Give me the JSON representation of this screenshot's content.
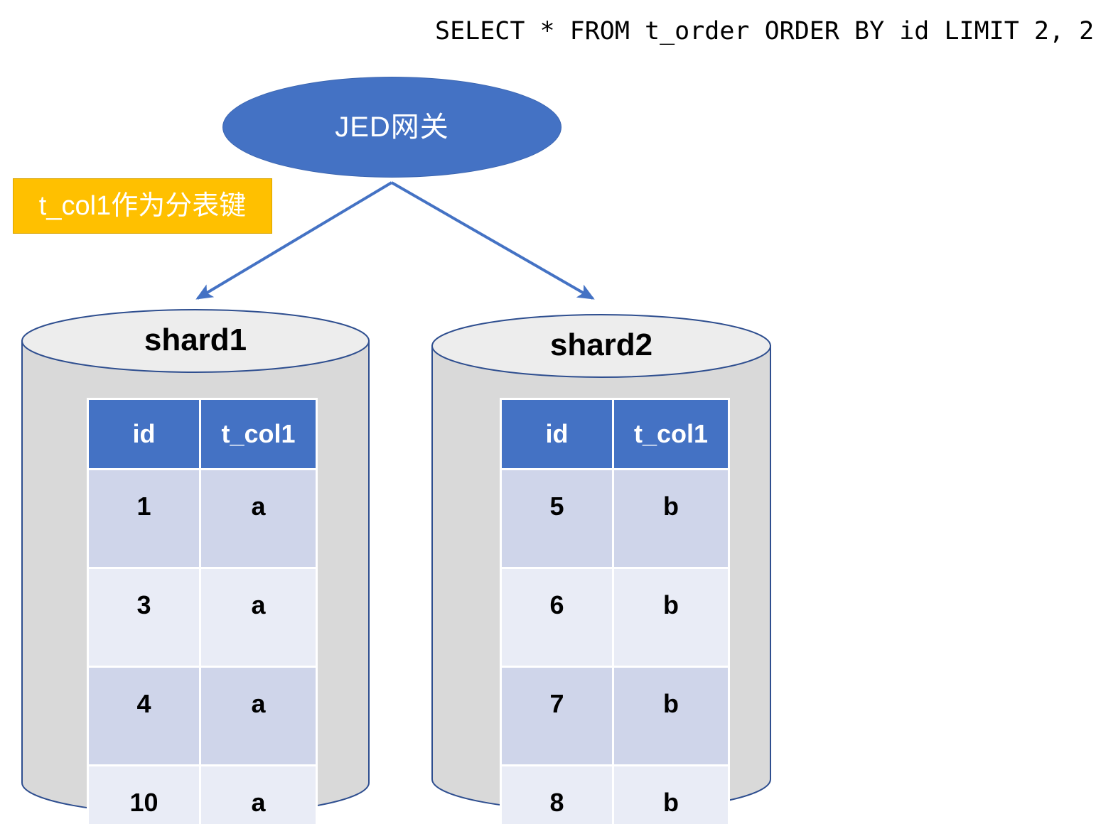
{
  "diagram": {
    "title_query": "SELECT * FROM t_order ORDER BY id LIMIT 2, 2",
    "gateway": {
      "label": "JED网关",
      "fill_color": "#4472C4",
      "text_color": "#FFFFFF"
    },
    "note": {
      "label": "t_col1作为分表键",
      "fill_color": "#FFC000",
      "text_color": "#FFFFFF"
    },
    "arrows": [
      {
        "name": "gateway-to-shard1",
        "from": "gateway",
        "to": "shard1",
        "color": "#4472C4"
      },
      {
        "name": "gateway-to-shard2",
        "from": "gateway",
        "to": "shard2",
        "color": "#4472C4"
      }
    ],
    "shards": [
      {
        "name": "shard1",
        "title": "shard1",
        "columns": [
          "id",
          "t_col1"
        ],
        "rows": [
          [
            "1",
            "a"
          ],
          [
            "3",
            "a"
          ],
          [
            "4",
            "a"
          ],
          [
            "10",
            "a"
          ]
        ]
      },
      {
        "name": "shard2",
        "title": "shard2",
        "columns": [
          "id",
          "t_col1"
        ],
        "rows": [
          [
            "5",
            "b"
          ],
          [
            "6",
            "b"
          ],
          [
            "7",
            "b"
          ],
          [
            "8",
            "b"
          ]
        ]
      }
    ],
    "colors": {
      "accent_blue": "#4472C4",
      "cylinder_fill": "#D9D9D9",
      "cylinder_top_fill": "#EDEDED",
      "cylinder_stroke": "#2E4E8F",
      "row_band_dark": "#CFD5EA",
      "row_band_light": "#E9ECF6",
      "note_yellow": "#FFC000"
    }
  }
}
